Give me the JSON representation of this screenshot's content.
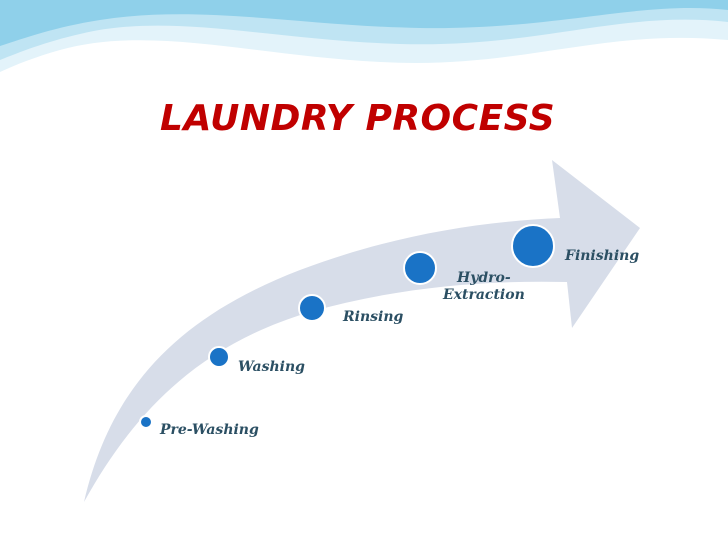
{
  "slide": {
    "title": "LAUNDRY PROCESS",
    "steps": [
      {
        "label": "Pre-Washing"
      },
      {
        "label": "Washing"
      },
      {
        "label": "Rinsing"
      },
      {
        "label": "Hydro-\nExtraction"
      },
      {
        "label": "Finishing"
      }
    ]
  },
  "colors": {
    "title": "#c00000",
    "arrow": "#d7dde9",
    "node_fill": "#1a73c6",
    "node_stroke": "#ffffff",
    "label": "#2b4f63",
    "wave_light": "#e3f3fa",
    "wave_mid": "#bfe4f3",
    "wave_dark": "#8fd0ea"
  }
}
